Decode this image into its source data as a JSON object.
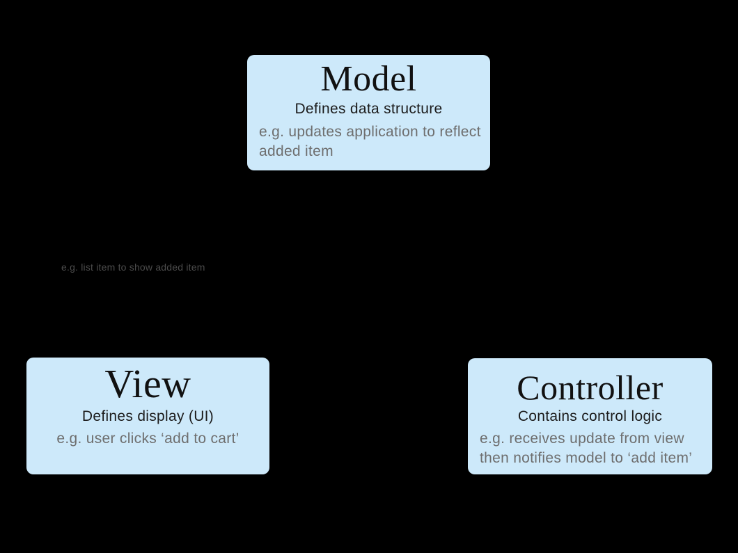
{
  "diagram": {
    "name": "MVC pattern diagram",
    "background": "#000000",
    "boxes": [
      {
        "id": "model",
        "title": "Model",
        "subtitle": "Defines data structure",
        "example_lines": [
          "e.g. updates application to reflect",
          "added item"
        ]
      },
      {
        "id": "view",
        "title": "View",
        "subtitle": "Defines display (UI)",
        "example_lines": [
          "e.g. user clicks ‘add to cart’"
        ]
      },
      {
        "id": "controller",
        "title": "Controller",
        "subtitle": "Contains control logic",
        "example_lines": [
          "e.g. receives update from view",
          "then notifies model to ‘add item’"
        ]
      }
    ],
    "floating_label": "e.g. list item to show added item",
    "colors": {
      "background": "#000000",
      "box_fill": "#cde9fa",
      "title": "#111111",
      "subtitle": "#1c1c1c",
      "example": "#6e6e6e",
      "floating_label": "#4c4c4c"
    }
  }
}
